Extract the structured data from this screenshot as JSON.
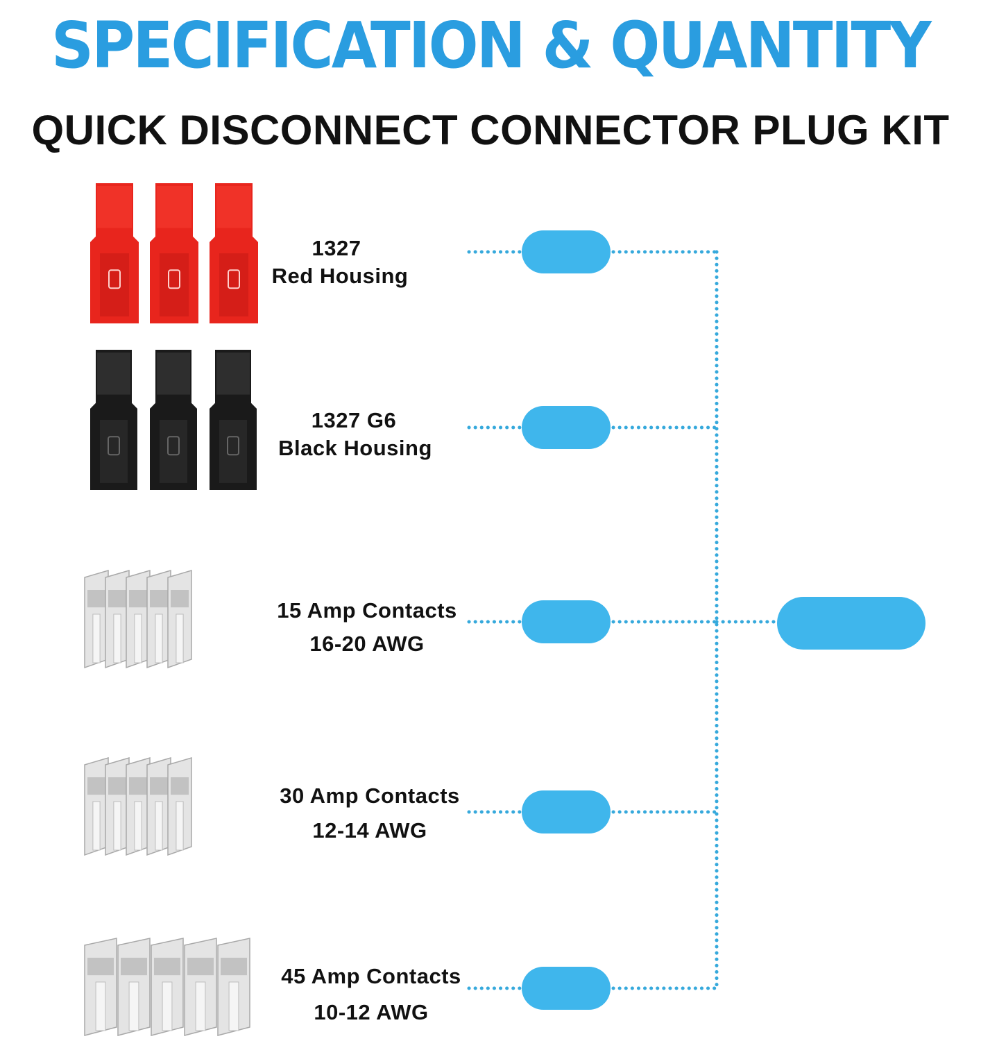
{
  "header": {
    "title": "SPECIFICATION & QUANTITY",
    "subtitle": "QUICK DISCONNECT CONNECTOR PLUG KIT"
  },
  "items": [
    {
      "line1": "1327",
      "line2": "Red Housing",
      "kind": "housing",
      "color": "#e8251d"
    },
    {
      "line1": "1327 G6",
      "line2": "Black Housing",
      "kind": "housing",
      "color": "#1a1a1a"
    },
    {
      "line1": "15 Amp Contacts",
      "line2": "16-20 AWG",
      "kind": "contact",
      "color": "#d6d6d6"
    },
    {
      "line1": "30 Amp Contacts",
      "line2": "12-14 AWG",
      "kind": "contact",
      "color": "#d6d6d6"
    },
    {
      "line1": "45 Amp Contacts",
      "line2": "10-12 AWG",
      "kind": "contact",
      "color": "#d6d6d6"
    }
  ],
  "colors": {
    "accent": "#2a9de0",
    "pill": "#3fb6ec",
    "dots": "#36a9dc",
    "text": "#111111"
  }
}
